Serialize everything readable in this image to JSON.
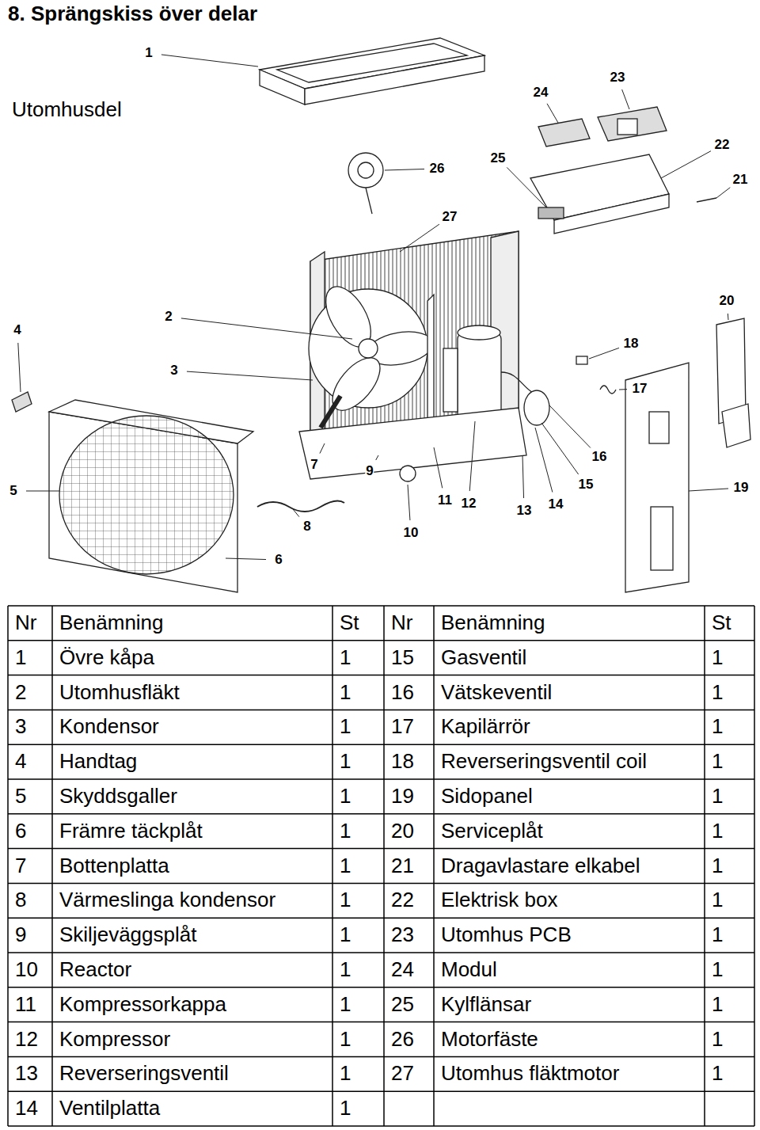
{
  "diagram": {
    "title": "8. Sprängskiss över delar",
    "labels": [
      "Utomhusdel",
      "1",
      "2",
      "3",
      "4",
      "5",
      "6",
      "7",
      "8",
      "9",
      "10",
      "11",
      "12",
      "13",
      "14",
      "15",
      "16",
      "17",
      "18",
      "19",
      "20",
      "21",
      "22",
      "23",
      "24",
      "25",
      "26",
      "27",
      "Nr",
      "Benämning",
      "St",
      "Nr",
      "Benämning",
      "St",
      "1",
      "Övre kåpa",
      "1",
      "15",
      "Gasventil",
      "1",
      "2",
      "Utomhusfläkt",
      "1",
      "16",
      "Vätskeventil",
      "1",
      "3",
      "Kondensor",
      "1",
      "17",
      "Kapilärrör",
      "1",
      "4",
      "Handtag",
      "1",
      "18",
      "Reverseringsventil coil",
      "1",
      "5",
      "Skyddsgaller",
      "1",
      "19",
      "Sidopanel",
      "1",
      "6",
      "Främre täckplåt",
      "1",
      "20",
      "Serviceplåt",
      "1",
      "7",
      "Bottenplatta",
      "1",
      "21",
      "Dragavlastare elkabel",
      "1",
      "8",
      "Värmeslinga kondensor",
      "1",
      "22",
      "Elektrisk box",
      "1",
      "9",
      "Skiljeväggsplåt",
      "1",
      "23",
      "Utomhus PCB",
      "1",
      "10",
      "Reactor",
      "1",
      "24",
      "Modul",
      "1",
      "11",
      "Kompressorkappa",
      "1",
      "25",
      "Kylflänsar",
      "1",
      "12",
      "Kompressor",
      "1",
      "26",
      "Motorfäste",
      "1",
      "13",
      "Reverseringsventil",
      "1",
      "27",
      "Utomhus fläktmotor",
      "1",
      "14",
      "Ventilplatta",
      "1"
    ]
  }
}
